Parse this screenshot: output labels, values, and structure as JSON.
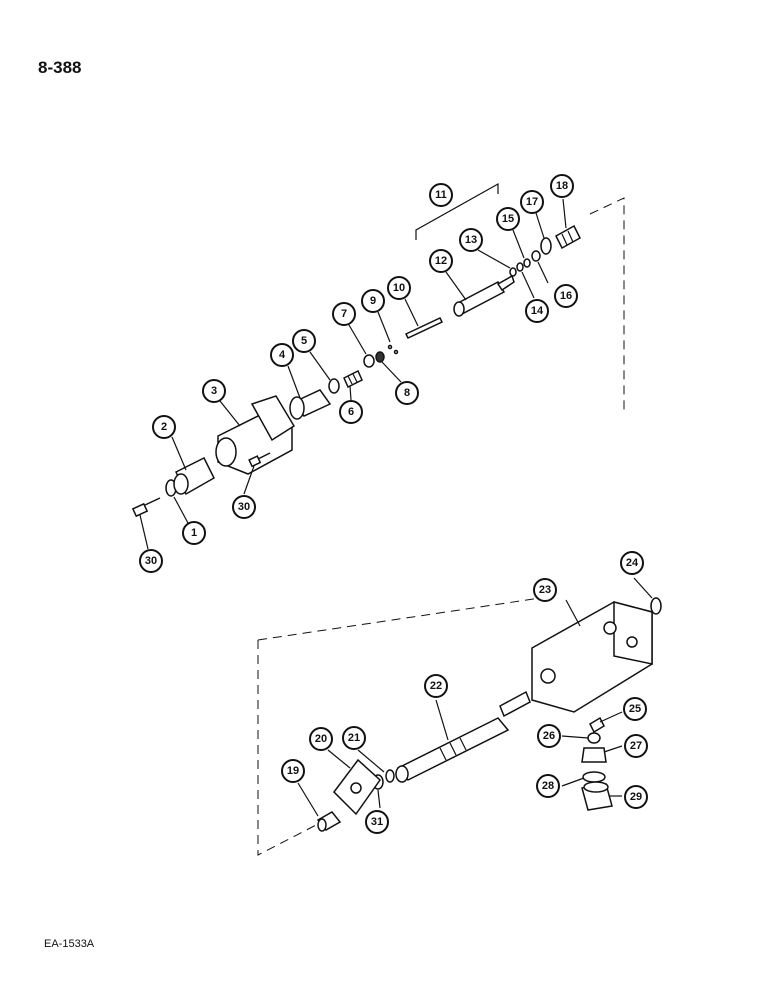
{
  "page_number": "8-388",
  "footer_code": "EA-1533A",
  "callouts": [
    {
      "label": "1"
    },
    {
      "label": "2"
    },
    {
      "label": "3"
    },
    {
      "label": "4"
    },
    {
      "label": "5"
    },
    {
      "label": "6"
    },
    {
      "label": "7"
    },
    {
      "label": "8"
    },
    {
      "label": "9"
    },
    {
      "label": "10"
    },
    {
      "label": "11"
    },
    {
      "label": "12"
    },
    {
      "label": "13"
    },
    {
      "label": "14"
    },
    {
      "label": "15"
    },
    {
      "label": "16"
    },
    {
      "label": "17"
    },
    {
      "label": "18"
    },
    {
      "label": "30"
    },
    {
      "label": "30"
    },
    {
      "label": "19"
    },
    {
      "label": "20"
    },
    {
      "label": "21"
    },
    {
      "label": "22"
    },
    {
      "label": "23"
    },
    {
      "label": "24"
    },
    {
      "label": "25"
    },
    {
      "label": "26"
    },
    {
      "label": "27"
    },
    {
      "label": "28"
    },
    {
      "label": "29"
    },
    {
      "label": "31"
    }
  ]
}
